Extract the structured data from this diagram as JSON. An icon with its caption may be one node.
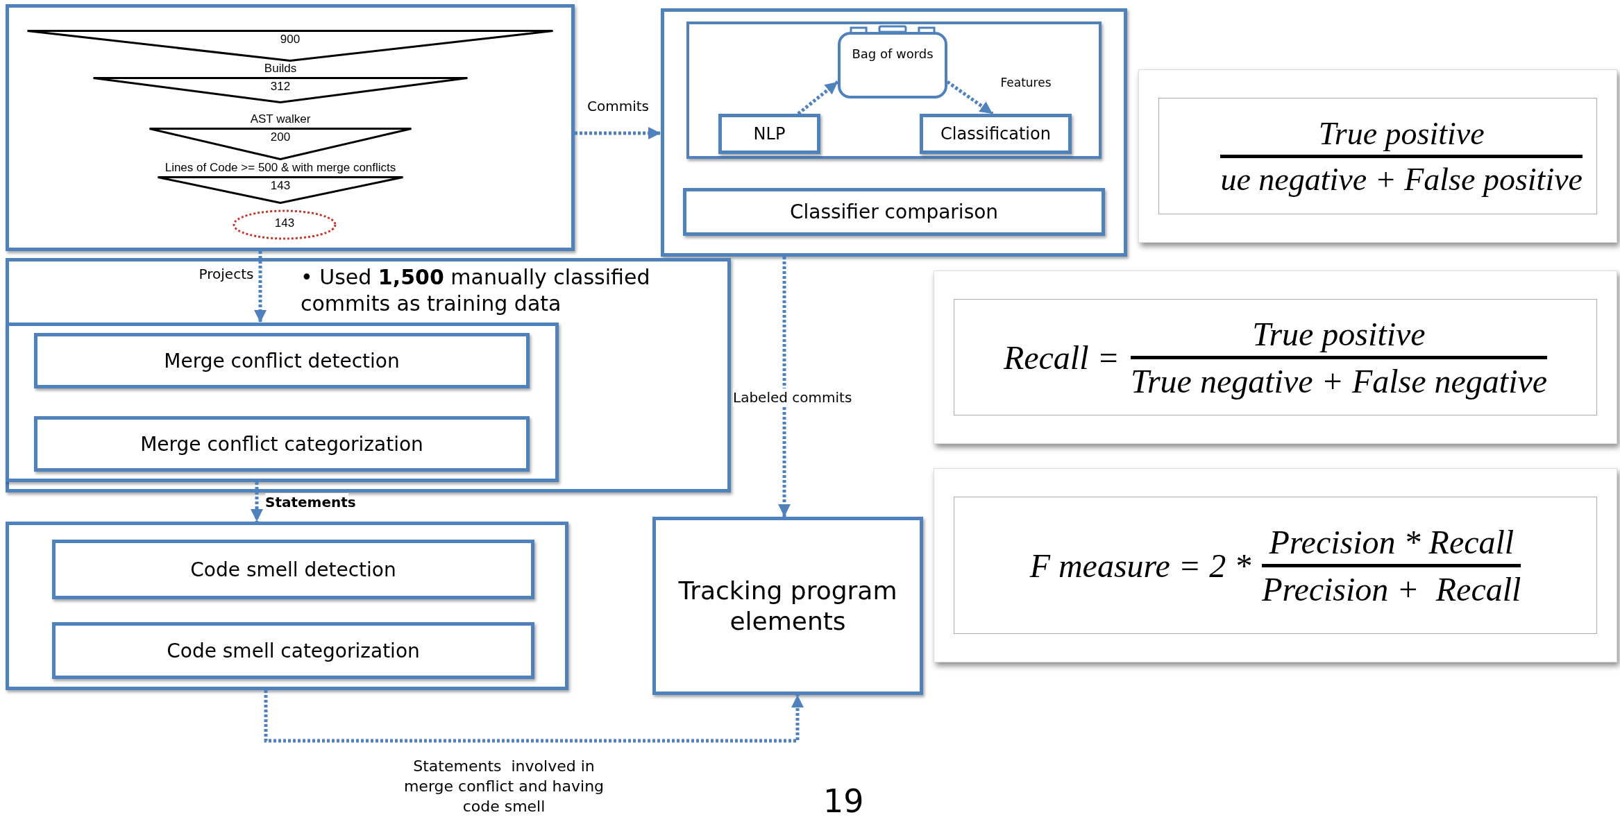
{
  "diagram": {
    "nodes": [
      {
        "text": [],
        "shape": "box"
      },
      {
        "text": [
          "900"
        ],
        "in": 0
      },
      {
        "text": [
          "Builds",
          "312"
        ],
        "in": 0
      },
      {
        "text": [
          "AST walker",
          "200"
        ],
        "in": 0
      },
      {
        "text": [
          "Lines of Code >= 500 & with merge conflicts",
          "143"
        ],
        "in": 0
      },
      {
        "text": [
          "143"
        ],
        "in": 0
      },
      {
        "text": [],
        "shape": "box"
      },
      {
        "text": [],
        "shape": "box",
        "in": 6
      },
      {
        "text": [
          "Bag of words"
        ],
        "in": 7
      },
      {
        "text": [
          "NLP"
        ],
        "in": 7
      },
      {
        "text": [
          "Classification"
        ],
        "in": 7
      },
      {
        "text": [
          "Classifier comparison"
        ],
        "in": 6
      },
      {
        "text": [
          "• Used **1,500** manually classified commits as training data"
        ]
      },
      {
        "text": [],
        "shape": "box",
        "in": 12
      },
      {
        "text": [
          "Merge conflict detection"
        ],
        "in": 13
      },
      {
        "text": [
          "Merge conflict categorization"
        ],
        "in": 13
      },
      {
        "text": [],
        "shape": "box"
      },
      {
        "text": [
          "Code smell detection"
        ],
        "in": 16
      },
      {
        "text": [
          "Code smell categorization"
        ],
        "in": 16
      },
      {
        "text": [
          "Tracking program elements"
        ]
      },
      {
        "text": [
          "True positive",
          "ue negative + False positive"
        ]
      },
      {
        "text": [
          "Recall =",
          "True positive",
          "True negative + False negative"
        ]
      },
      {
        "text": [
          "F measure = 2 *",
          "Precision * Recall",
          "Precision +  Recall"
        ]
      }
    ],
    "edges": [
      {
        "from": 0,
        "to": 6,
        "arrow": "to",
        "label": "Commits"
      },
      {
        "from": 0,
        "to": 13,
        "arrow": "to",
        "label": "Projects"
      },
      {
        "from": 9,
        "to": 8,
        "arrow": "to"
      },
      {
        "from": 8,
        "to": 10,
        "arrow": "to",
        "label": "Features"
      },
      {
        "from": 6,
        "to": 19,
        "arrow": "to",
        "label": "Labeled commits"
      },
      {
        "from": 13,
        "to": 16,
        "arrow": "to",
        "label": "Statements"
      },
      {
        "from": 16,
        "to": 19,
        "arrow": "to",
        "label": "Statements  involved in merge conflict and having code smell"
      }
    ],
    "labels": [
      "19"
    ]
  }
}
